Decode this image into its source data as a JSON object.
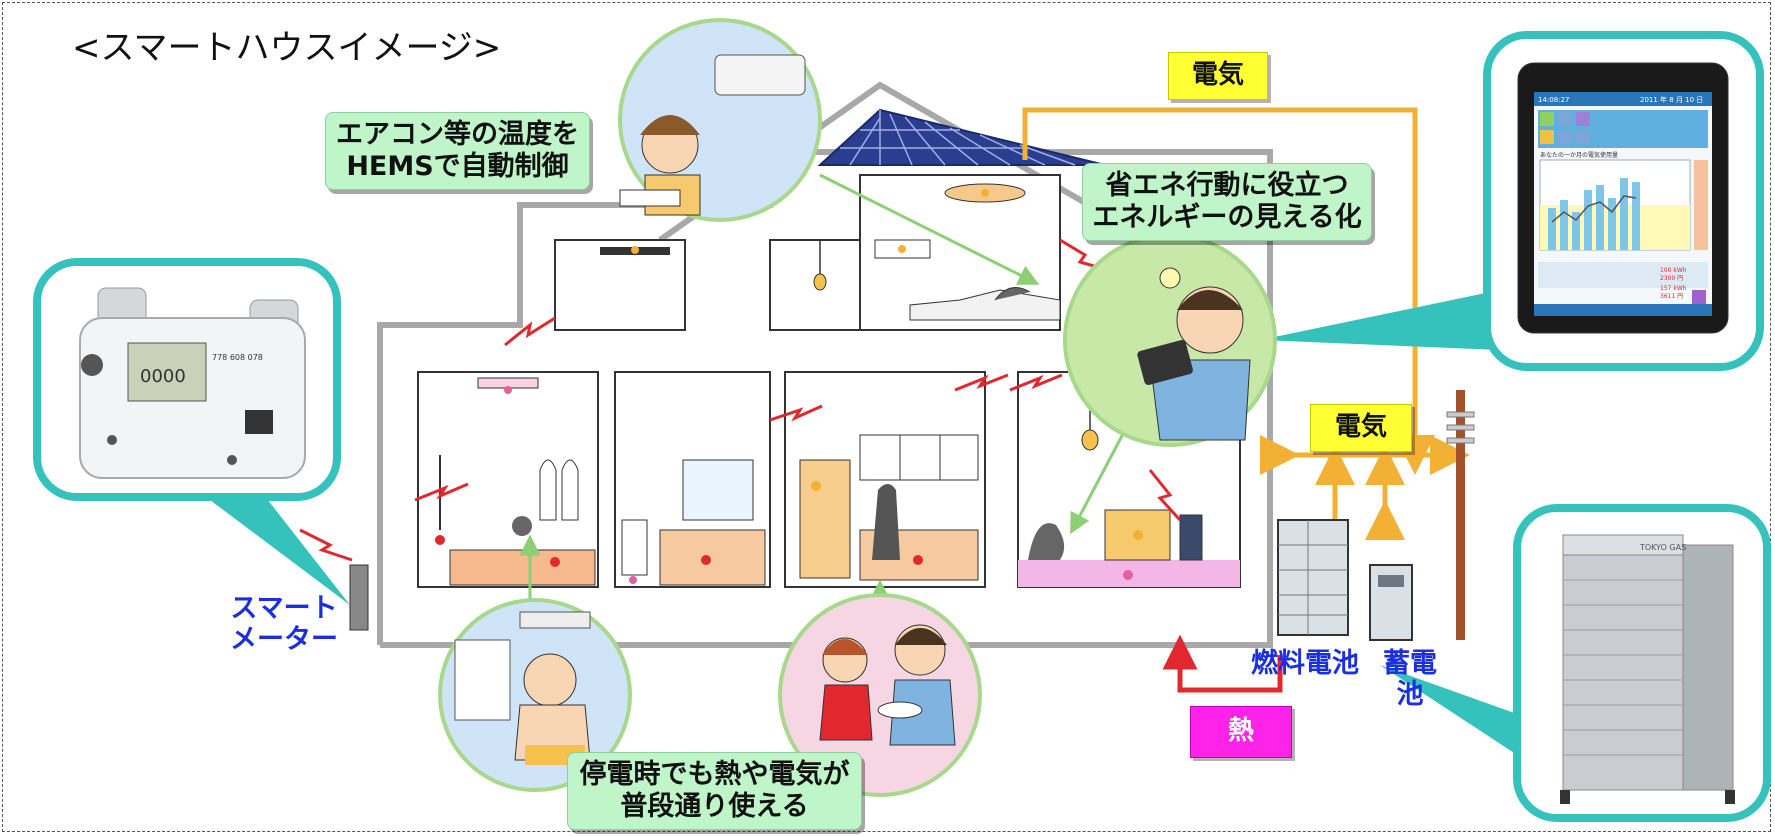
{
  "title": "<スマートハウスイメージ>",
  "callouts": {
    "aircon": "エアコン等の温度を\nHEMSで自動制御",
    "visualization": "省エネ行動に役立つ\nエネルギーの見える化",
    "outage": "停電時でも熱や電気が\n普段通り使える"
  },
  "flows": {
    "electricity_top": "電気",
    "electricity_right": "電気",
    "heat": "熱"
  },
  "devices": {
    "smart_meter": "スマート\nメーター",
    "fuel_cell": "燃料電池",
    "storage_battery": "蓄電池"
  },
  "tablet": {
    "time": "14:08:27",
    "date": "2011 年 8 月 10 日",
    "chart_title": "あなたの一か月の電気使用量",
    "usage_kwh": "100 kWh",
    "usage_yen": "2300 円",
    "total_kwh": "157 kWh",
    "total_yen": "3611 円"
  },
  "meter": {
    "reading": "0000",
    "serial": "778 608 078"
  },
  "fuel_cell_brand": "TOKYO GAS",
  "colors": {
    "teal": "#35c2bd",
    "orange_line": "#f2b134",
    "red_arrow": "#e0282e",
    "green_arrow": "#8ccf74",
    "callout_green": "#bff5c9",
    "label_yellow": "#ffff33",
    "label_magenta": "#ff22e8",
    "label_blue": "#1a2fe0"
  }
}
